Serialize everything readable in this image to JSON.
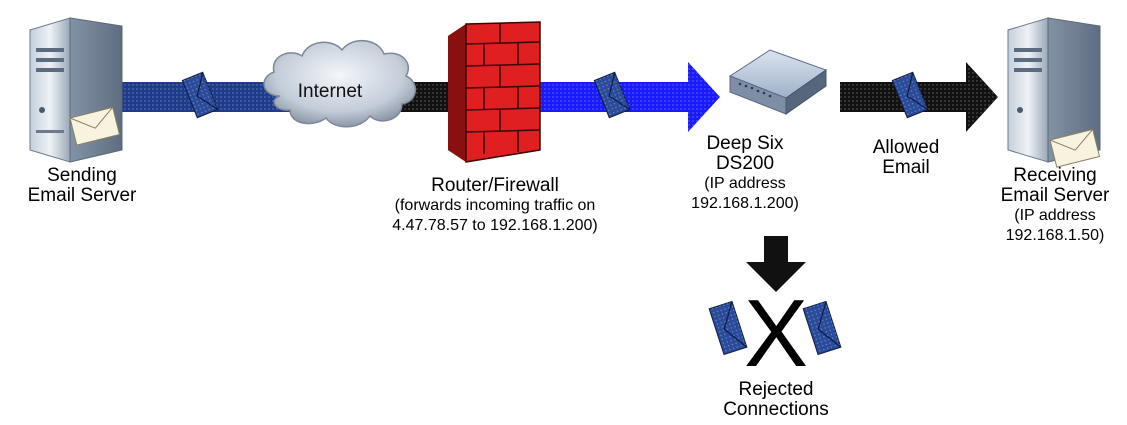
{
  "nodes": {
    "sending_server": {
      "label_lines": [
        "Sending",
        "Email Server"
      ]
    },
    "internet": {
      "label": "Internet"
    },
    "firewall": {
      "title": "Router/Firewall",
      "detail_lines": [
        "(forwards incoming traffic on",
        "4.47.78.57 to 192.168.1.200)"
      ]
    },
    "deep_six": {
      "title_lines": [
        "Deep Six",
        "DS200"
      ],
      "detail_lines": [
        "(IP address",
        "192.168.1.200)"
      ]
    },
    "allowed": {
      "label_lines": [
        "Allowed",
        "Email"
      ]
    },
    "receiving_server": {
      "title_lines": [
        "Receiving",
        "Email Server"
      ],
      "detail_lines": [
        "(IP address",
        "192.168.1.50)"
      ]
    },
    "rejected": {
      "label_lines": [
        "Rejected",
        "Connections"
      ],
      "mark": "X"
    }
  },
  "colors": {
    "link_blue": "#1f3c8c",
    "link_bright_blue": "#1a1aff",
    "link_black": "#111111",
    "firewall_red": "#e02020",
    "envelope_blue": "#2a4a9a",
    "server_body": "#dfe6ee"
  }
}
